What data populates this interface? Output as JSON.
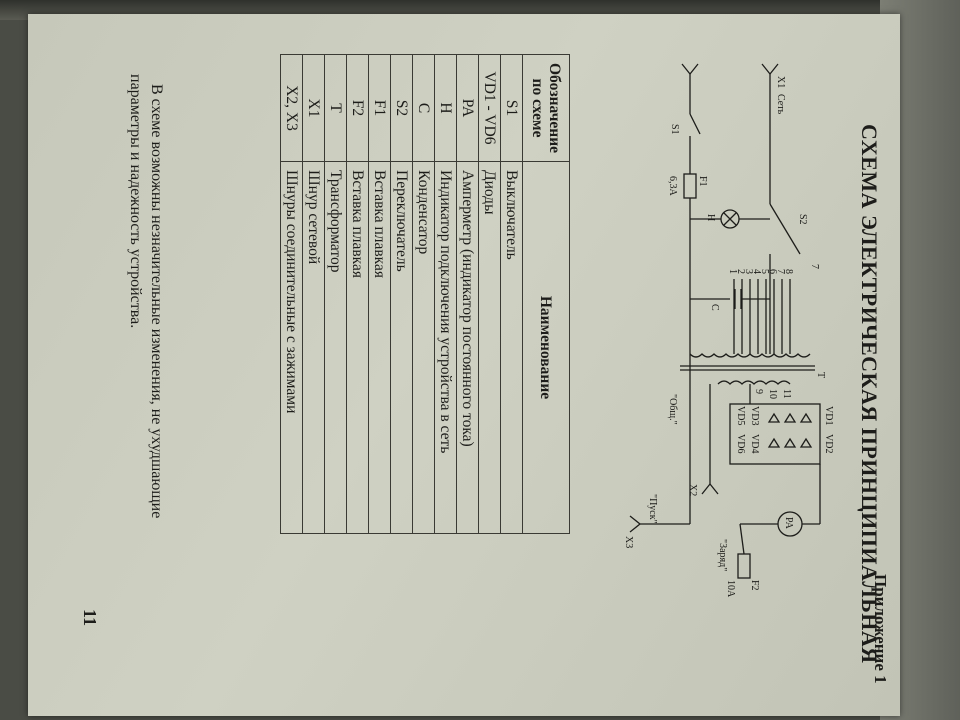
{
  "appendix": "Приложение 1",
  "title": "СХЕМА ЭЛЕКТРИЧЕСКАЯ ПРИНЦИПИАЛЬНАЯ",
  "schematic": {
    "labels": {
      "x1": "X1",
      "set": "Сеть",
      "s1": "S1",
      "f1": "F1",
      "f1_rating": "6,3А",
      "s2": "S2",
      "h": "Н",
      "c": "С",
      "t": "Т",
      "taps": [
        "1",
        "2",
        "3",
        "4",
        "5",
        "6",
        "7",
        "8"
      ],
      "w9": "9",
      "w10": "10",
      "w11": "11",
      "obsh": "\"Общ.\"",
      "x2": "X2",
      "pusk": "\"Пуск\"",
      "x3": "X3",
      "zaryad": "\"Заряд\"",
      "pa": "PA",
      "f2": "F2",
      "f2_rating": "10А",
      "vd1": "VD1",
      "vd2": "VD2",
      "vd3": "VD3",
      "vd4": "VD4",
      "vd5": "VD5",
      "vd6": "VD6",
      "arrow_num": "7"
    }
  },
  "table": {
    "header_code": "Обозначение по схеме",
    "header_name": "Наименование",
    "rows": [
      {
        "code": "S1",
        "name": "Выключатель"
      },
      {
        "code": "VD1 - VD6",
        "name": "Диоды"
      },
      {
        "code": "PA",
        "name": "Амперметр (индикатор постоянного тока)"
      },
      {
        "code": "H",
        "name": "Индикатор подключения устройства в сеть"
      },
      {
        "code": "C",
        "name": "Конденсатор"
      },
      {
        "code": "S2",
        "name": "Переключатель"
      },
      {
        "code": "F1",
        "name": "Вставка плавкая"
      },
      {
        "code": "F2",
        "name": "Вставка плавкая"
      },
      {
        "code": "T",
        "name": "Трансформатор"
      },
      {
        "code": "X1",
        "name": "Шнур сетевой"
      },
      {
        "code": "X2, X3",
        "name": "Шнуры соединительные с зажимами"
      }
    ]
  },
  "note_line1": "В схеме возможны незначительные изменения, не ухудшающие",
  "note_line2": "параметры и надежность устройства.",
  "page_number": "11",
  "colors": {
    "ink": "#1d1d1a",
    "paper": "#cacbbd"
  }
}
